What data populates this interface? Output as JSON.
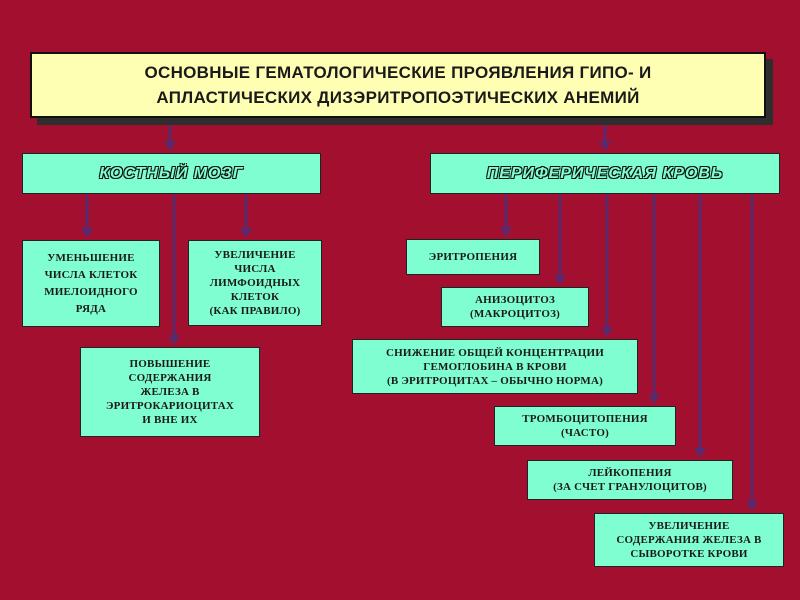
{
  "title": "ОСНОВНЫЕ  ГЕМАТОЛОГИЧЕСКИЕ  ПРОЯВЛЕНИЯ  ГИПО-  И\nАПЛАСТИЧЕСКИХ  ДИЗЭРИТРОПОЭТИЧЕСКИХ  АНЕМИЙ",
  "categories": {
    "bone_marrow": "КОСТНЫЙ   МОЗГ",
    "peripheral_blood": "ПЕРИФЕРИЧЕСКАЯ   КРОВЬ"
  },
  "bone_marrow_items": {
    "myeloid_decrease": "УМЕНЬШЕНИЕ\nЧИСЛА  КЛЕТОК\nМИЕЛОИДНОГО\nРЯДА",
    "lymphoid_increase": "УВЕЛИЧЕНИЕ\nЧИСЛА\nЛИМФОИДНЫХ\nКЛЕТОК\n(КАК ПРАВИЛО)",
    "iron_increase": "ПОВЫШЕНИЕ\nСОДЕРЖАНИЯ\nЖЕЛЕЗА   В\nЭРИТРОКАРИОЦИТАХ\nИ   ВНЕ   ИХ"
  },
  "blood_items": {
    "erythropenia": "ЭРИТРОПЕНИЯ",
    "anisocytosis": "АНИЗОЦИТОЗ\n(МАКРОЦИТОЗ)",
    "hemoglobin": "СНИЖЕНИЕ  ОБЩЕЙ КОНЦЕНТРАЦИИ\nГЕМОГЛОБИНА В  КРОВИ\n(В  ЭРИТРОЦИТАХ – ОБЫЧНО  НОРМА)",
    "thrombocytopenia": "ТРОМБОЦИТОПЕНИЯ\n(ЧАСТО)",
    "leukopenia": "ЛЕЙКОПЕНИЯ\n(ЗА СЧЕТ ГРАНУЛОЦИТОВ)",
    "serum_iron": "УВЕЛИЧЕНИЕ\nСОДЕРЖАНИЯ ЖЕЛЕЗА В\nСЫВОРОТКЕ КРОВИ"
  },
  "colors": {
    "background": "#a30f2e",
    "title_fill": "#ffffb4",
    "box_fill": "#7fffd1",
    "connector": "#5a2a6e"
  }
}
